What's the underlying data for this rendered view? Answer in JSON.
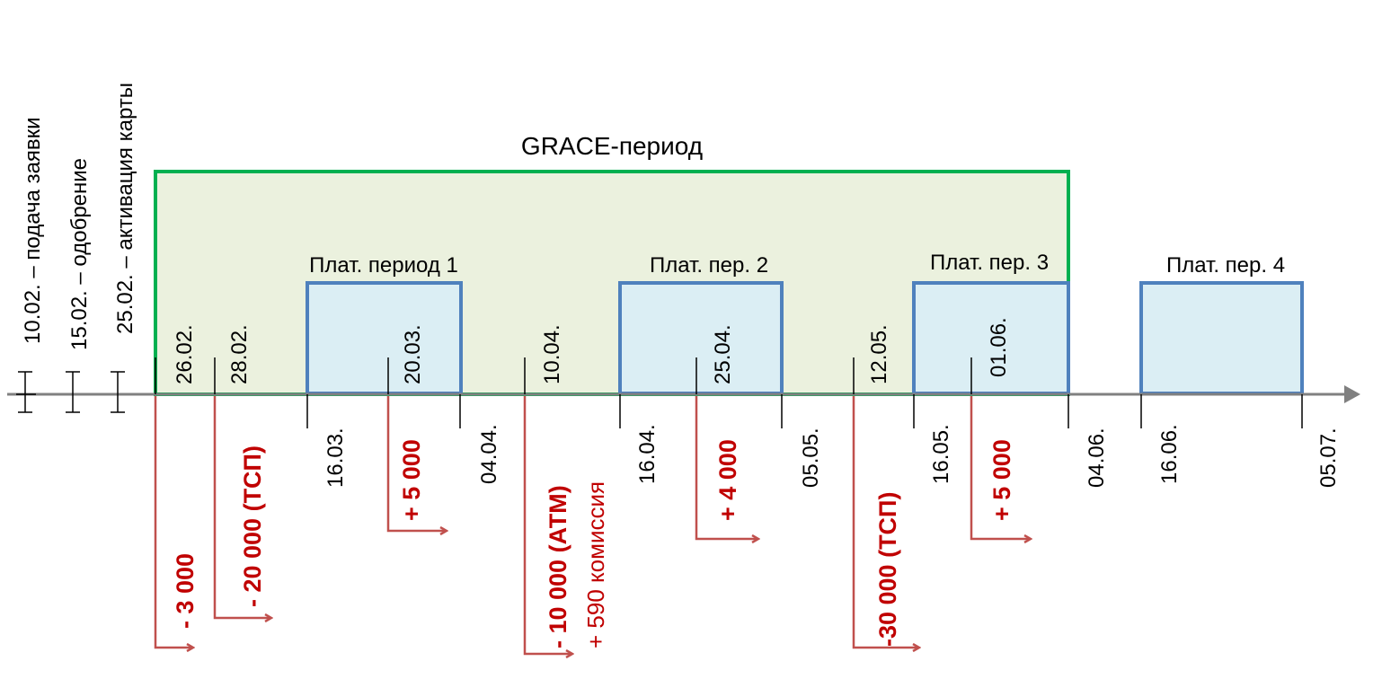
{
  "setup_events": [
    {
      "date": "10.02.",
      "label": "10.02. – подача заявки"
    },
    {
      "date": "15.02.",
      "label": "15.02. – одобрение"
    },
    {
      "date": "25.02.",
      "label": "25.02. – активация карты"
    }
  ],
  "grace_period": {
    "label": "GRACE-период",
    "start": "26.02.",
    "end": "04.06."
  },
  "payment_periods": [
    {
      "label": "Плат. период 1",
      "start": "16.03.",
      "end": "04.04."
    },
    {
      "label": "Плат. пер. 2",
      "start": "16.04.",
      "end": "05.05."
    },
    {
      "label": "Плат. пер. 3",
      "start": "16.05.",
      "end": "04.06."
    },
    {
      "label": "Плат. пер. 4",
      "start": "16.06.",
      "end": "05.07."
    }
  ],
  "dates_above_axis": [
    "26.02.",
    "28.02.",
    "20.03.",
    "10.04.",
    "25.04.",
    "12.05.",
    "01.06."
  ],
  "dates_below_axis": [
    "16.03.",
    "04.04.",
    "16.04.",
    "05.05.",
    "16.05.",
    "04.06.",
    "16.06.",
    "05.07."
  ],
  "transactions": [
    {
      "date": "26.02.",
      "amount": "- 3 000"
    },
    {
      "date": "28.02.",
      "amount": "- 20 000 (ТСП)"
    },
    {
      "date": "20.03.",
      "amount": "+ 5 000"
    },
    {
      "date": "10.04.",
      "amount": "- 10 000 (АТМ)",
      "note": "+ 590 комиссия"
    },
    {
      "date": "25.04.",
      "amount": "+ 4 000"
    },
    {
      "date": "12.05.",
      "amount": "-30 000 (ТСП)"
    },
    {
      "date": "01.06.",
      "amount": "+ 5 000"
    }
  ],
  "colors": {
    "axis": "#808080",
    "grace_fill": "#ebf1de",
    "grace_border": "#00b050",
    "period_fill": "#dbeef4",
    "period_border": "#4f81bd",
    "transaction": "#c0504d",
    "amount_text": "#c00000",
    "text": "#000000"
  }
}
